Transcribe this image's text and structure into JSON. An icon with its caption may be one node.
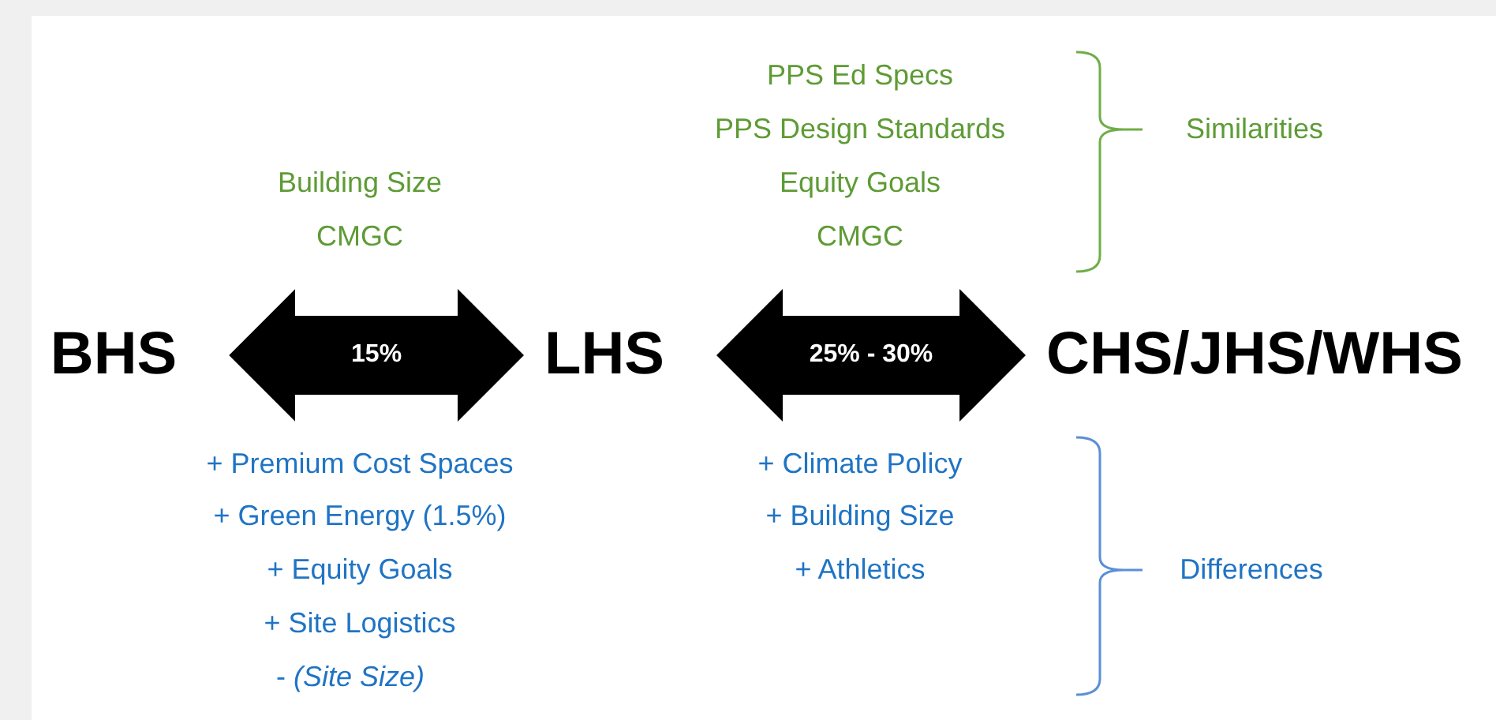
{
  "diagram": {
    "nodes": [
      {
        "text": [
          "BHS"
        ]
      },
      {
        "text": [
          "LHS"
        ]
      },
      {
        "text": [
          "CHS/JHS/WHS"
        ]
      }
    ],
    "edges": [
      {
        "from": 0,
        "to": 1,
        "arrow": "both",
        "label": "15%"
      },
      {
        "from": 1,
        "to": 2,
        "arrow": "both",
        "label": "25% - 30%"
      }
    ],
    "labels": [
      "PPS Ed Specs",
      "PPS Design Standards",
      "Similarities",
      "Building Size",
      "Equity Goals",
      "CMGC",
      "CMGC",
      "+ Premium Cost Spaces",
      "+ Climate Policy",
      "+ Green Energy (1.5%)",
      "+ Building Size",
      "+ Equity Goals",
      "+ Athletics",
      "Differences",
      "+ Site Logistics",
      "- *(Site Size)*"
    ]
  }
}
